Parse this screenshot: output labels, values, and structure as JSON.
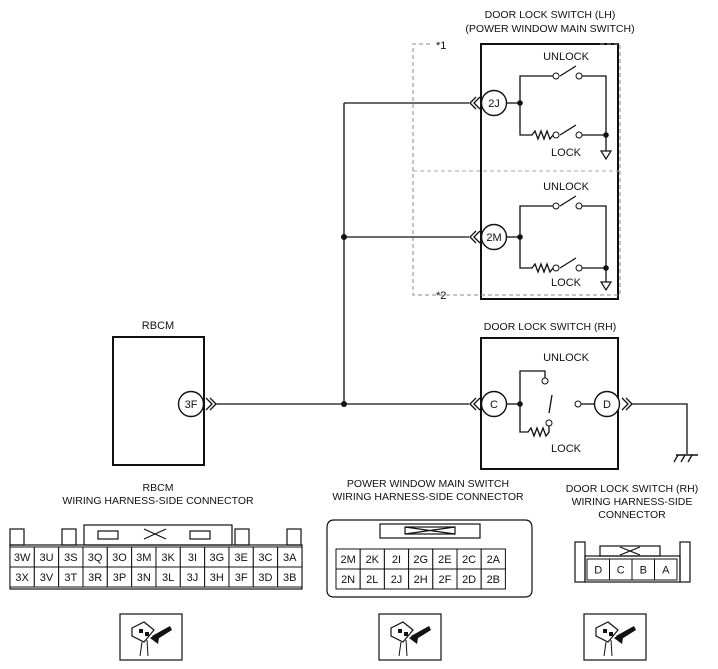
{
  "components": {
    "lh_switch": {
      "title_line1": "DOOR LOCK SWITCH (LH)",
      "title_line2": "(POWER WINDOW MAIN SWITCH)"
    },
    "rh_switch": {
      "title": "DOOR LOCK SWITCH (RH)"
    },
    "rbcm": {
      "title": "RBCM"
    }
  },
  "notes": {
    "note1": "*1",
    "note2": "*2"
  },
  "terminals": {
    "t2j": "2J",
    "t2m": "2M",
    "tc": "C",
    "td": "D",
    "t3f": "3F"
  },
  "switch_labels": {
    "unlock_upper": "UNLOCK",
    "lock_upper": "LOCK",
    "unlock_lower": "UNLOCK",
    "lock_lower": "LOCK",
    "unlock_rh": "UNLOCK",
    "lock_rh": "LOCK"
  },
  "connectors": {
    "rbcm": {
      "title_line1": "RBCM",
      "title_line2": "WIRING HARNESS-SIDE CONNECTOR",
      "row1": [
        "3W",
        "3U",
        "3S",
        "3Q",
        "3O",
        "3M",
        "3K",
        "3I",
        "3G",
        "3E",
        "3C",
        "3A"
      ],
      "row2": [
        "3X",
        "3V",
        "3T",
        "3R",
        "3P",
        "3N",
        "3L",
        "3J",
        "3H",
        "3F",
        "3D",
        "3B"
      ]
    },
    "pwms": {
      "title_line1": "POWER WINDOW MAIN SWITCH",
      "title_line2": "WIRING HARNESS-SIDE CONNECTOR",
      "row1": [
        "2M",
        "2K",
        "2I",
        "2G",
        "2E",
        "2C",
        "2A"
      ],
      "row2": [
        "2N",
        "2L",
        "2J",
        "2H",
        "2F",
        "2D",
        "2B"
      ]
    },
    "rh": {
      "title_line1": "DOOR LOCK SWITCH (RH)",
      "title_line2": "WIRING HARNESS-SIDE",
      "title_line3": "CONNECTOR",
      "row1": [
        "D",
        "C",
        "B",
        "A"
      ]
    }
  }
}
